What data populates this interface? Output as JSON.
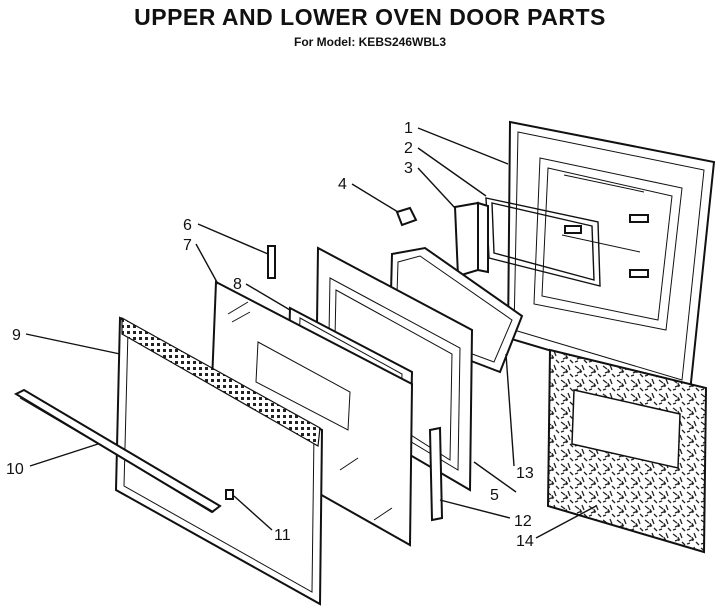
{
  "header": {
    "title": "UPPER AND LOWER OVEN DOOR PARTS",
    "subtitle": "For Model: KEBS246WBL3"
  },
  "callouts": [
    "1",
    "2",
    "3",
    "4",
    "5",
    "6",
    "7",
    "8",
    "9",
    "10",
    "11",
    "12",
    "13",
    "14"
  ]
}
